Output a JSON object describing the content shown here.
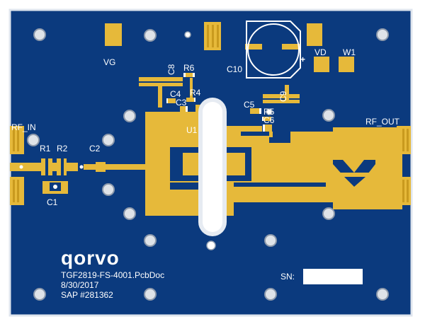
{
  "board": {
    "silk_labels": {
      "vg": "VG",
      "vd": "VD",
      "w1": "W1",
      "plus": "+",
      "c10": "C10",
      "c8": "C8",
      "r6": "R6",
      "c4": "C4",
      "r4": "R4",
      "c3": "C3",
      "u1": "U1",
      "c9": "C9",
      "c5": "C5",
      "r5": "R5",
      "c6": "C6",
      "rf_in": "RF_IN",
      "rf_out": "RF_OUT",
      "r1": "R1",
      "r2": "R2",
      "c2": "C2",
      "c1": "C1",
      "sn": "SN:"
    },
    "logo": "qorvo",
    "info_lines": [
      "TGF2819-FS-4001.PcbDoc",
      "8/30/2017",
      "SAP #281362"
    ]
  },
  "colors": {
    "board": "#0b3a7e",
    "board_edge": "#e6ebf2",
    "copper": "#e6b93a",
    "copper_dark": "#c99a1e",
    "silk": "#ffffff",
    "hole": "#d9dde3"
  }
}
